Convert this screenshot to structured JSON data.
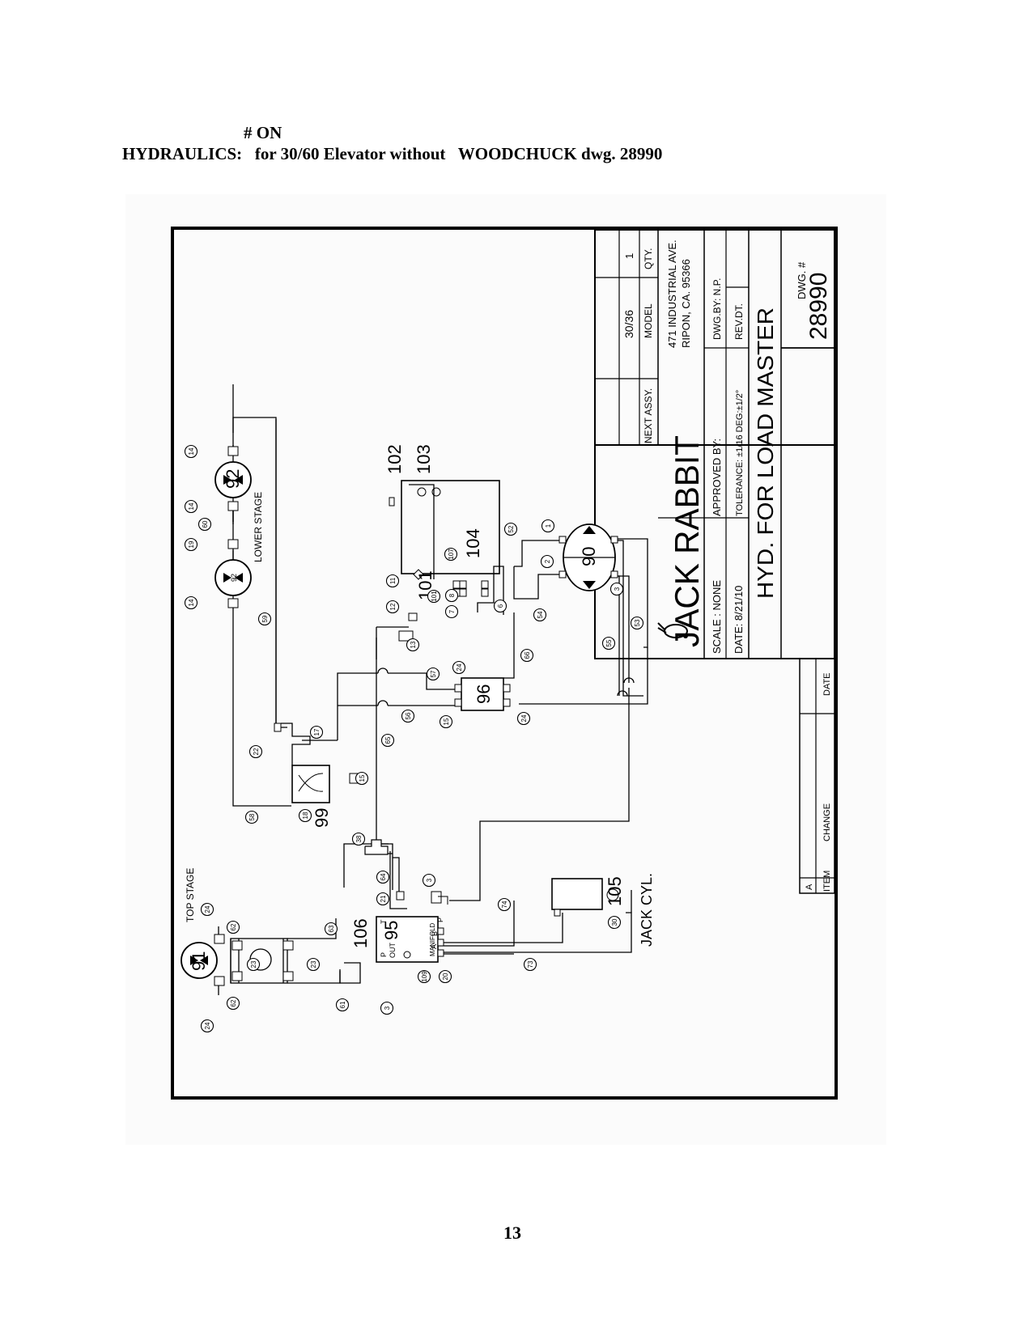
{
  "heading": {
    "line1": "# ON",
    "line2": "HYDRAULICS:   for 30/60 Elevator without   WOODCHUCK dwg. 28990"
  },
  "page_number": "13",
  "title_block": {
    "next_assy": "NEXT ASSY.",
    "model_value": "30/36",
    "model_label": "MODEL",
    "qty_value": "1",
    "qty_label": "QTY.",
    "company": "JACK RABBIT",
    "address1": "471 INDUSTRIAL AVE.",
    "address2": "RIPON, CA. 95366",
    "scale": "SCALE : NONE",
    "date": "DATE: 8/21/10",
    "approved_by": "APPROVED BY:",
    "tolerance": "TOLERANCE: ±1/16 DEG:±1/2°",
    "dwg_by": "DWG.BY: N.P.",
    "rev_dt": "REV.DT.",
    "title": "HYD. FOR LOAD MASTER",
    "dwg_no_label": "DWG. #",
    "dwg_no": "28990"
  },
  "revision_block": {
    "a": "A",
    "item": "ITEM",
    "change": "CHANGE",
    "date": "DATE"
  },
  "labels": {
    "lower_stage": "LOWER STAGE",
    "top_stage": "TOP STAGE",
    "jack_cyl": "JACK CYL.",
    "manifold": "MANIFOLD",
    "port_p": "P",
    "port_t": "T",
    "port_out": "OUT",
    "port_a": "A",
    "port_b": "B"
  },
  "big_numbers": {
    "n102": "102",
    "n103": "103",
    "n104": "104",
    "n101": "101",
    "n90": "90",
    "n96": "96",
    "n99": "99",
    "n92": "92",
    "n91": "91",
    "n106": "106",
    "n95": "95",
    "n105": "105"
  },
  "balloons": {
    "b14a": "14",
    "b14b": "14",
    "b14c": "14",
    "b19": "19",
    "b60": "60",
    "b59": "59",
    "b11": "11",
    "b12": "12",
    "b13": "13",
    "b101s": "101",
    "b107": "107",
    "b7": "7",
    "b8": "8",
    "b6": "6",
    "b52": "52",
    "b1": "1",
    "b2": "2",
    "b3a": "3",
    "b54": "54",
    "b53": "53",
    "b55": "55",
    "b66": "66",
    "b57": "57",
    "b24a": "24",
    "b24b": "24",
    "b15a": "15",
    "b56": "56",
    "b65": "65",
    "b22": "22",
    "b17": "17",
    "b15b": "15",
    "b58": "58",
    "b18": "18",
    "b38": "38",
    "b64": "64",
    "b21": "21",
    "b3b": "3",
    "b63": "63",
    "b62a": "62",
    "b62b": "62",
    "b24c": "24",
    "b24d": "24",
    "b23a": "23",
    "b23b": "23",
    "b61": "61",
    "b3c": "3",
    "b74": "74",
    "b73": "73",
    "b109": "109",
    "b20": "20",
    "b30": "30"
  }
}
